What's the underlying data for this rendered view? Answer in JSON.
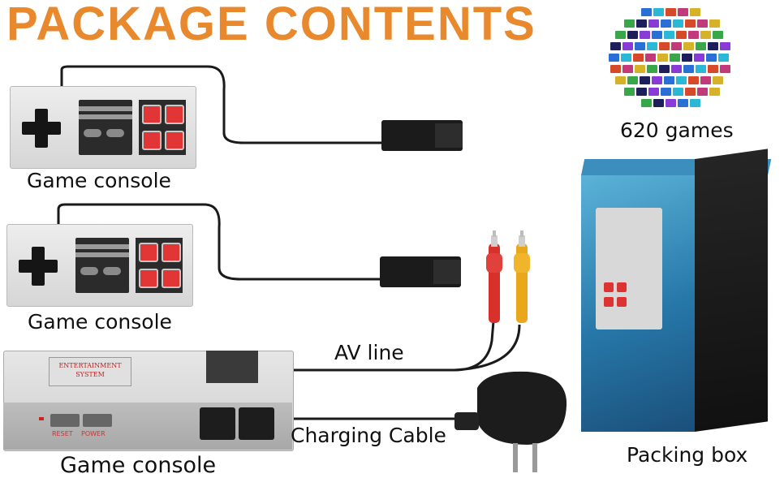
{
  "title": "PACKAGE CONTENTS",
  "labels": {
    "games": "620 games",
    "controller_1": "Game console",
    "controller_2": "Game console",
    "av_line": "AV line",
    "charging_cable": "Charging Cable",
    "console": "Game console",
    "packing_box": "Packing box"
  },
  "console_panel": {
    "plate": "ENTERTAINMENT SYSTEM",
    "reset": "RESET",
    "power": "POWER"
  },
  "colors": {
    "title": "#e8892d",
    "av_red": "#d8302a",
    "av_yellow": "#e9a81c",
    "box_blue": "#2677a8"
  }
}
